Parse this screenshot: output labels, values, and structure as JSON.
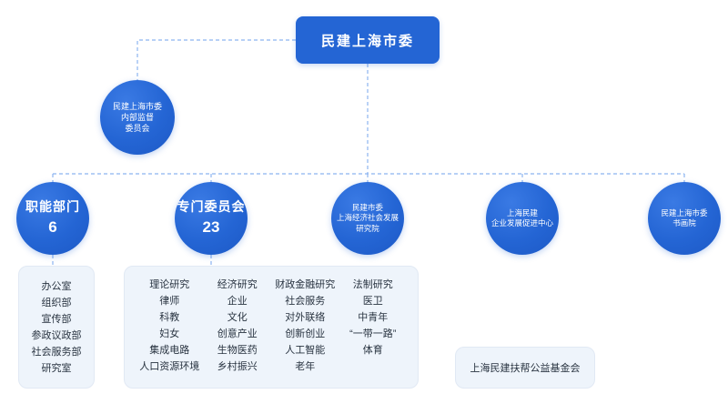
{
  "theme": {
    "accent": "#2465d4",
    "connector": "#8cb4f0",
    "panel_bg": "#eef4fb",
    "panel_border": "#e1e9f4",
    "text_dark": "#283340",
    "text_light": "#ffffff",
    "page_bg": "#ffffff"
  },
  "root": {
    "label": "民建上海市委"
  },
  "supervision": {
    "line1": "民建上海市委",
    "line2": "内部监督",
    "line3": "委员会"
  },
  "branches": [
    {
      "key": "functional-departments",
      "title": "职能部门",
      "count": "6"
    },
    {
      "key": "special-committees",
      "title": "专门委员会",
      "count": "23"
    },
    {
      "key": "research-institute",
      "line1": "民建市委",
      "line2": "上海经济社会发展",
      "line3": "研究院"
    },
    {
      "key": "enterprise-center",
      "line1": "上海民建",
      "line2": "企业发展促进中心"
    },
    {
      "key": "calligraphy-academy",
      "line1": "民建上海市委",
      "line2": "书画院"
    }
  ],
  "functional_departments": {
    "items": [
      "办公室",
      "组织部",
      "宣传部",
      "参政议政部",
      "社会服务部",
      "研究室"
    ]
  },
  "special_committees": {
    "columns": [
      {
        "items": [
          "理论研究",
          "律师",
          "科教",
          "妇女",
          "集成电路",
          "人口资源环境"
        ]
      },
      {
        "items": [
          "经济研究",
          "企业",
          "文化",
          "创意产业",
          "生物医药",
          "乡村振兴"
        ]
      },
      {
        "items": [
          "财政金融研究",
          "社会服务",
          "对外联络",
          "创新创业",
          "人工智能",
          "老年"
        ]
      },
      {
        "items": [
          "法制研究",
          "医卫",
          "中青年",
          "“一带一路”",
          "体育"
        ]
      }
    ]
  },
  "foundation": {
    "label": "上海民建扶帮公益基金会"
  }
}
